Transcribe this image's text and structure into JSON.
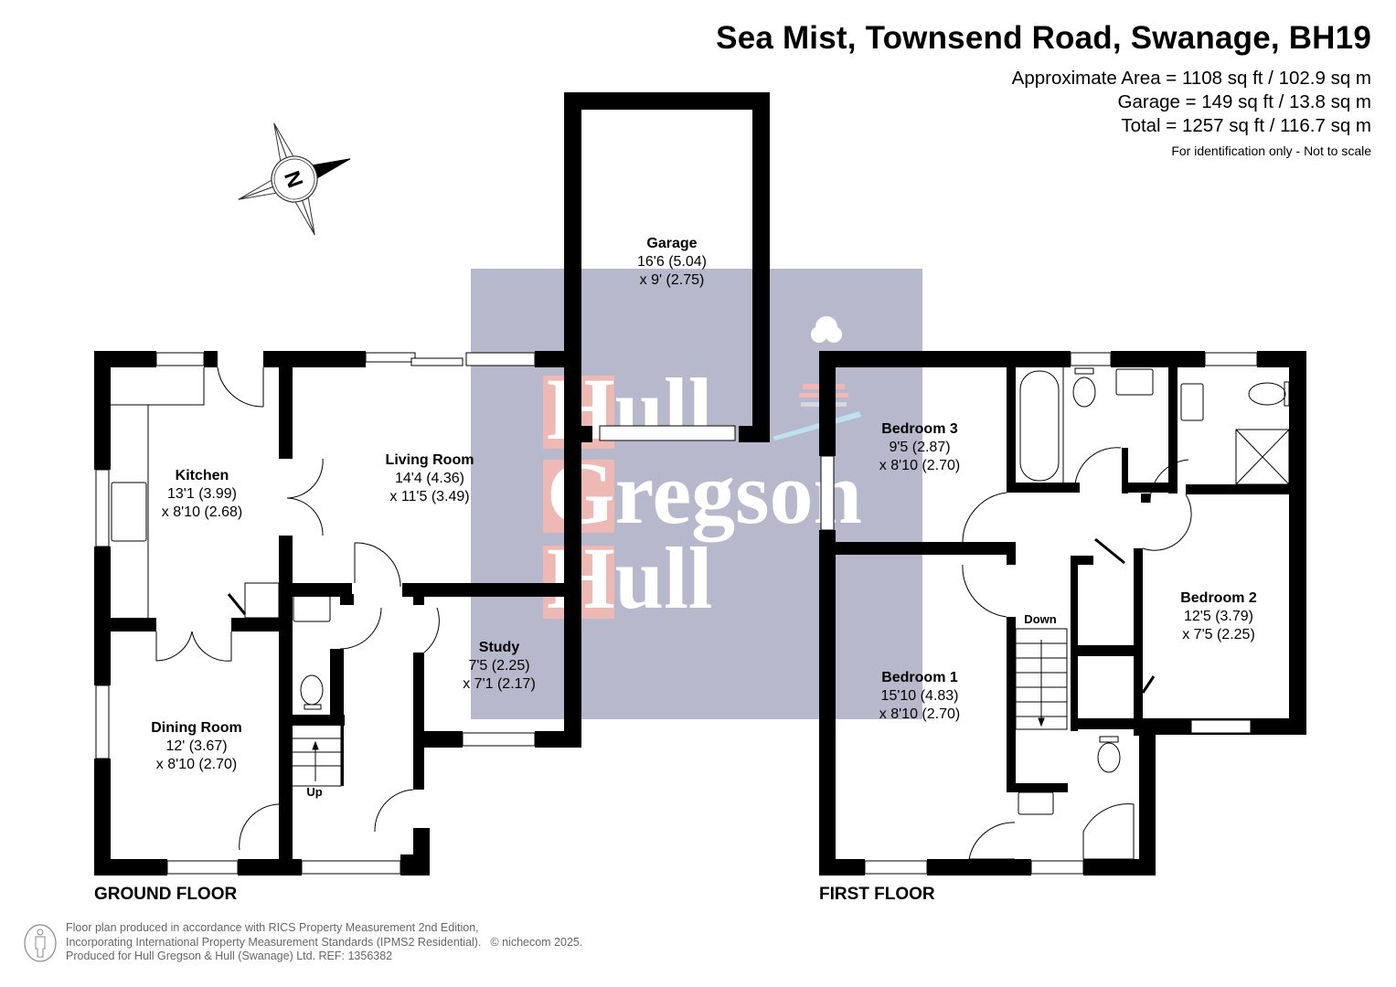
{
  "header": {
    "title": "Sea Mist, Townsend Road, Swanage, BH19",
    "areas": [
      "Approximate Area = 1108 sq ft / 102.9 sq m",
      "Garage = 149 sq ft / 13.8 sq m",
      "Total = 1257 sq ft / 116.7 sq m"
    ],
    "note": "For identification only - Not to scale"
  },
  "compass": {
    "label": "N",
    "icon": "north-arrow-compass-icon"
  },
  "watermark": {
    "lines": [
      "Hull",
      "Gregson",
      "Hull"
    ],
    "colors": {
      "background": "#b8b8cc",
      "letter_box": "#eeb8b4",
      "text": "#ffffff"
    }
  },
  "ground_floor": {
    "label": "GROUND FLOOR",
    "rooms": [
      {
        "name": "Kitchen",
        "dim1": "13'1 (3.99)",
        "dim2": "x 8'10 (2.68)"
      },
      {
        "name": "Living Room",
        "dim1": "14'4 (4.36)",
        "dim2": "x 11'5 (3.49)"
      },
      {
        "name": "Garage",
        "dim1": "16'6 (5.04)",
        "dim2": "x 9' (2.75)"
      },
      {
        "name": "Study",
        "dim1": "7'5 (2.25)",
        "dim2": "x 7'1 (2.17)"
      },
      {
        "name": "Dining Room",
        "dim1": "12' (3.67)",
        "dim2": "x 8'10 (2.70)"
      }
    ],
    "stairs_label": "Up"
  },
  "first_floor": {
    "label": "FIRST FLOOR",
    "rooms": [
      {
        "name": "Bedroom 3",
        "dim1": "9'5 (2.87)",
        "dim2": "x 8'10 (2.70)"
      },
      {
        "name": "Bedroom 2",
        "dim1": "12'5 (3.79)",
        "dim2": "x 7'5 (2.25)"
      },
      {
        "name": "Bedroom 1",
        "dim1": "15'10 (4.83)",
        "dim2": "x 8'10 (2.70)"
      }
    ],
    "stairs_label": "Down"
  },
  "footer": {
    "lines": [
      "Floor plan produced in accordance with RICS Property Measurement 2nd Edition,",
      "Incorporating International Property Measurement Standards (IPMS2 Residential).",
      "Produced for Hull Gregson & Hull (Swanage) Ltd.   REF:  1356382"
    ],
    "copyright": "© nichecom 2025.",
    "icon": "person-measurement-icon"
  }
}
